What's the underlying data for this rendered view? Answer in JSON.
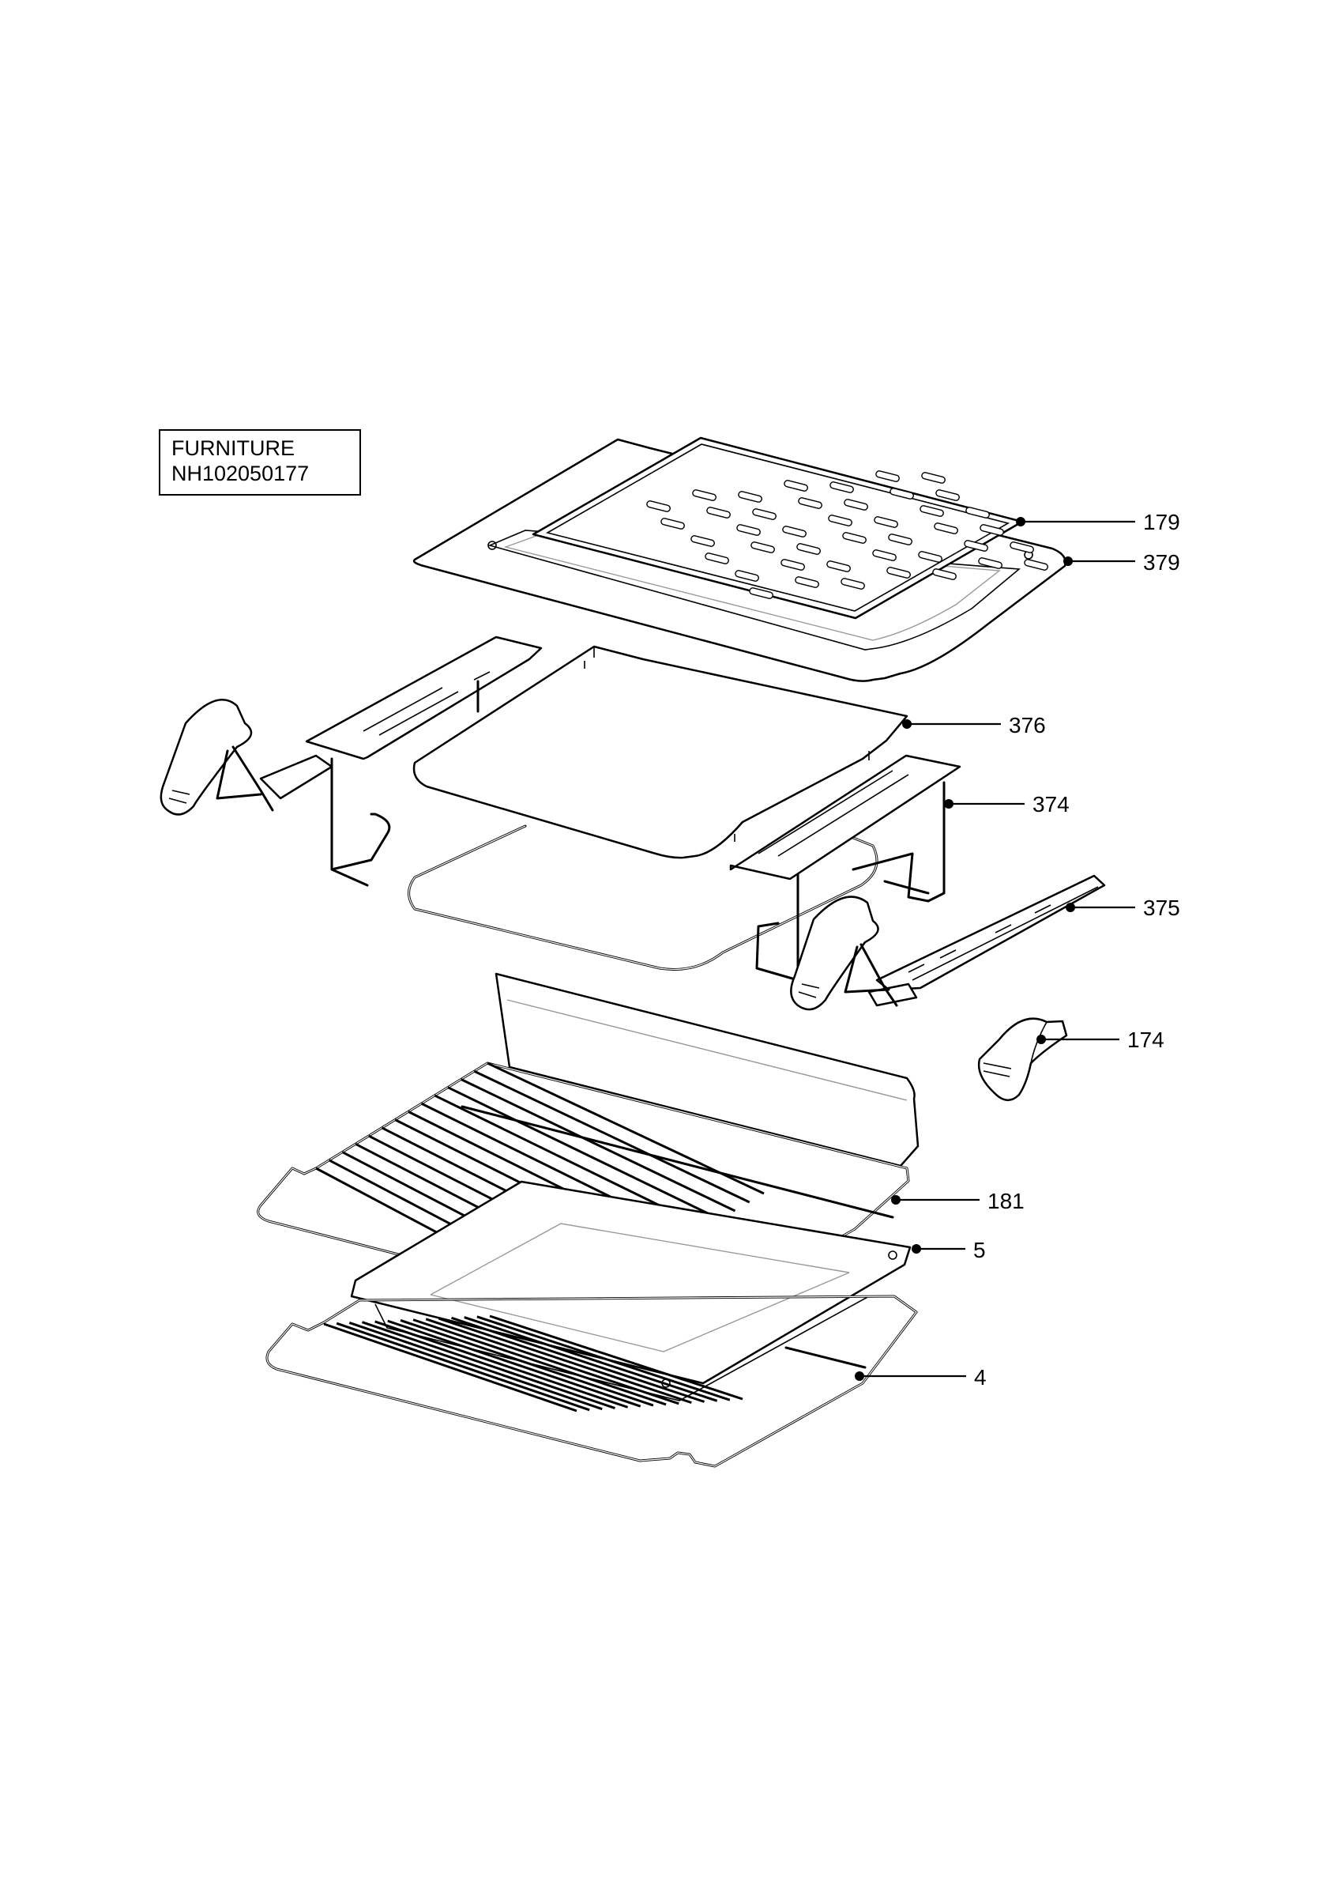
{
  "header": {
    "section": "FURNITURE",
    "code": "NH102050177"
  },
  "callouts": [
    {
      "id": "p179",
      "label": "179"
    },
    {
      "id": "p379",
      "label": "379"
    },
    {
      "id": "p376",
      "label": "376"
    },
    {
      "id": "p374",
      "label": "374"
    },
    {
      "id": "p375",
      "label": "375"
    },
    {
      "id": "p174",
      "label": "174"
    },
    {
      "id": "p181",
      "label": "181"
    },
    {
      "id": "p5",
      "label": "5"
    },
    {
      "id": "p4",
      "label": "4"
    }
  ]
}
